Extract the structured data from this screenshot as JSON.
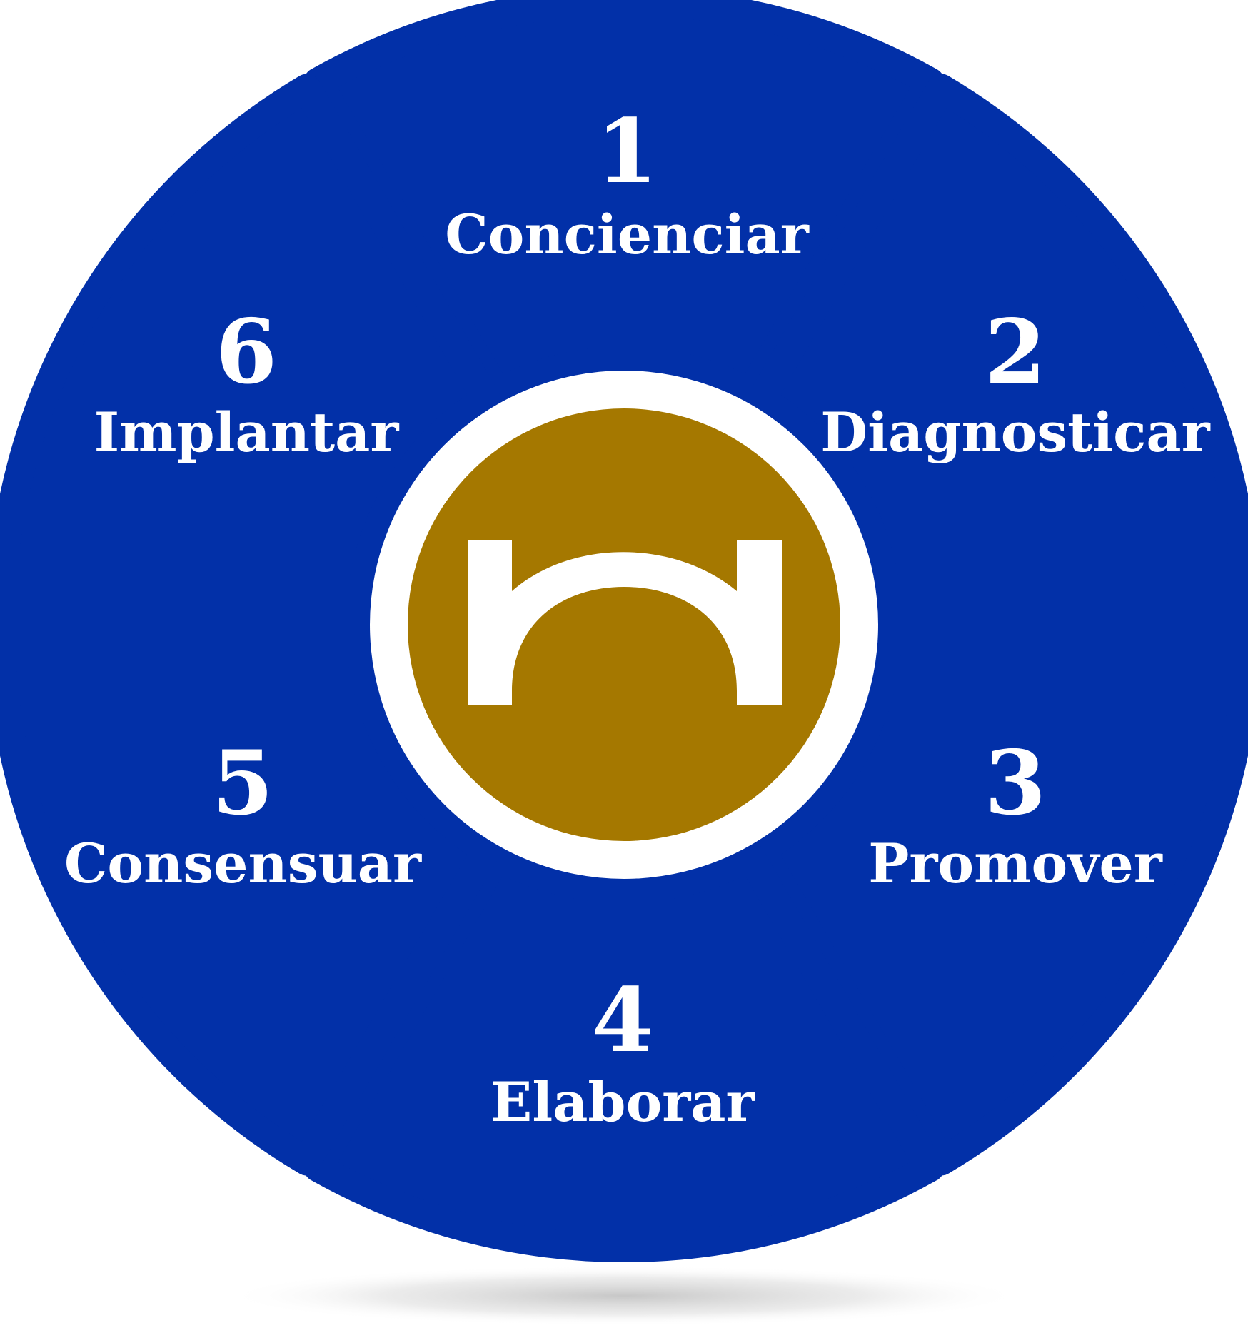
{
  "colors": {
    "segment_fill": "#0230a8",
    "center_fill": "#a57800",
    "separator": "#ffffff",
    "text": "#ffffff",
    "shadow": "#c8c8c8"
  },
  "logo": {
    "name": "arch-logo-icon"
  },
  "segments": [
    {
      "number": "1",
      "label": "Concienciar"
    },
    {
      "number": "2",
      "label": "Diagnosticar"
    },
    {
      "number": "3",
      "label": "Promover"
    },
    {
      "number": "4",
      "label": "Elaborar"
    },
    {
      "number": "5",
      "label": "Consensuar"
    },
    {
      "number": "6",
      "label": "Implantar"
    }
  ]
}
